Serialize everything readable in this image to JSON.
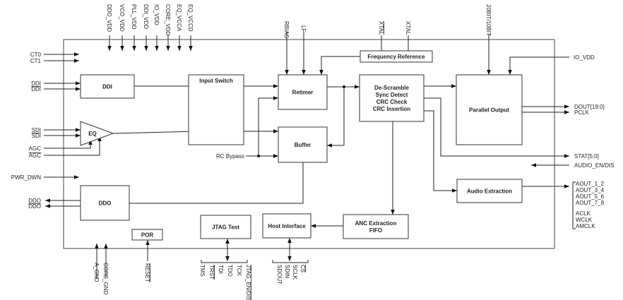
{
  "blocks": {
    "ddi": "DDI",
    "input_switch": "Input Switch",
    "eq": "EQ",
    "ddo": "DDO",
    "retimer": "Retimer",
    "buffer": "Buffer",
    "frequency_reference": "Frequency Reference",
    "descramble": [
      "De-Scramble",
      "Sync Detect",
      "CRC Check",
      "CRC Insertion"
    ],
    "parallel_output": "Parallel Output",
    "audio_extraction": "Audio Extraction",
    "anc_extraction": [
      "ANC Extraction",
      "FIFO"
    ],
    "host_interface": "Host Interface",
    "jtag_test": "JTAG Test",
    "por": "POR",
    "rc_bypass": "RC Bypass"
  },
  "pins": {
    "top_supply": [
      "DDO_VDD",
      "VCO_VDD",
      "PLL_VDD",
      "DDI_VDD",
      "IO_VDD",
      "CORE_VDD",
      "EQ_VCCA",
      "EQ_VCCD"
    ],
    "top_other": [
      "RBIAS",
      "LF",
      "XTAL",
      "XTAL",
      "20BIT/10BIT"
    ],
    "left": [
      "CT0",
      "CT1",
      "DDI",
      "DDI",
      "SDI",
      "SDI",
      "AGC",
      "AGC",
      "PWR_DWN",
      "DDO",
      "DDO"
    ],
    "right": [
      "IO_VDD",
      "DOUT[19:0]",
      "PCLK",
      "STAT[5:0]",
      "AUDIO_EN/DIS"
    ],
    "audio_out": [
      "AOUT_1_2",
      "AOUT_3_4",
      "AOUT_5_6",
      "AOUT_7_8",
      "ACLK",
      "WCLK",
      "AMCLK"
    ],
    "bottom_gnd": [
      "A_GND",
      "CORE_GND"
    ],
    "reset": "RESET",
    "jtag": [
      "TMS",
      "TRST",
      "TDI",
      "TDO",
      "TCK",
      "JTAG_EN/DIS"
    ],
    "host": [
      "SDOUT",
      "SDIN",
      "SCLK",
      "CS"
    ]
  }
}
